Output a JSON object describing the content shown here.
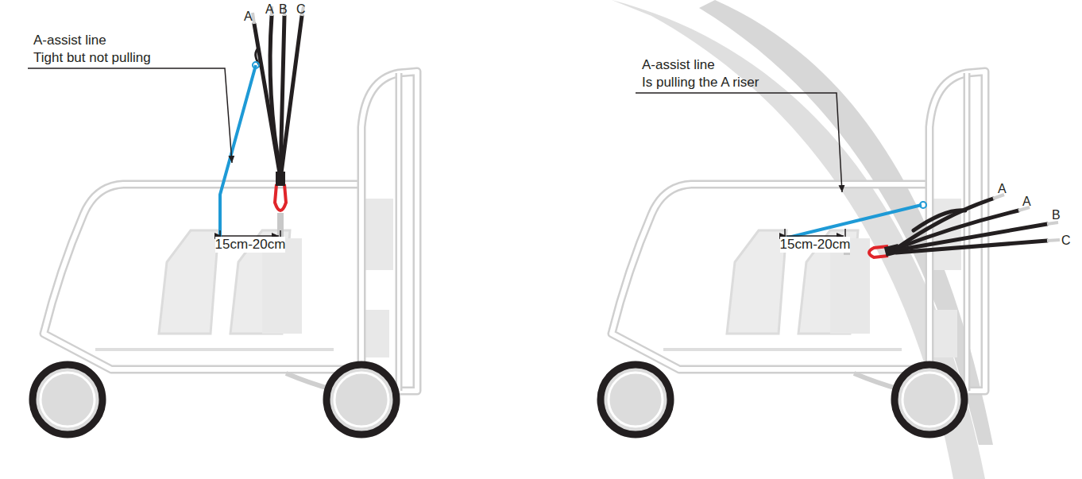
{
  "diagram": {
    "labels": [
      "A",
      "A",
      "B",
      "C",
      "A-assist line",
      "Tight but not pulling",
      "15cm-20cm",
      "A-assist line",
      "Is pulling the A riser",
      "15cm-20cm",
      "A",
      "A",
      "B",
      "C"
    ]
  }
}
